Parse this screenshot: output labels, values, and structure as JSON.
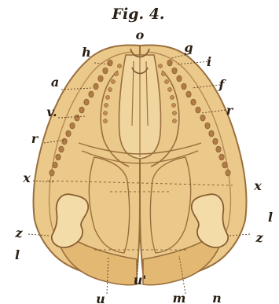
{
  "figure": {
    "title": "Fig. 4.",
    "colors": {
      "body_fill": "#ebc98a",
      "body_fill_dark": "#e2b873",
      "outline": "#9a6f3d",
      "chamber": "#f3dca8",
      "beads": "#b07c45",
      "ink": "#2a1f14"
    },
    "labels": {
      "o": "o",
      "h": "h",
      "g": "g",
      "i": "i",
      "a": "a",
      "f": "f",
      "v": "v.",
      "r_right": "r",
      "r_left": "r",
      "x_left": "x",
      "x_right": "x",
      "z_left": "z",
      "z_right": "z",
      "l_left": "l",
      "l_right": "l",
      "u_prime": "u'",
      "u": "u",
      "m": "m",
      "n": "n"
    }
  }
}
